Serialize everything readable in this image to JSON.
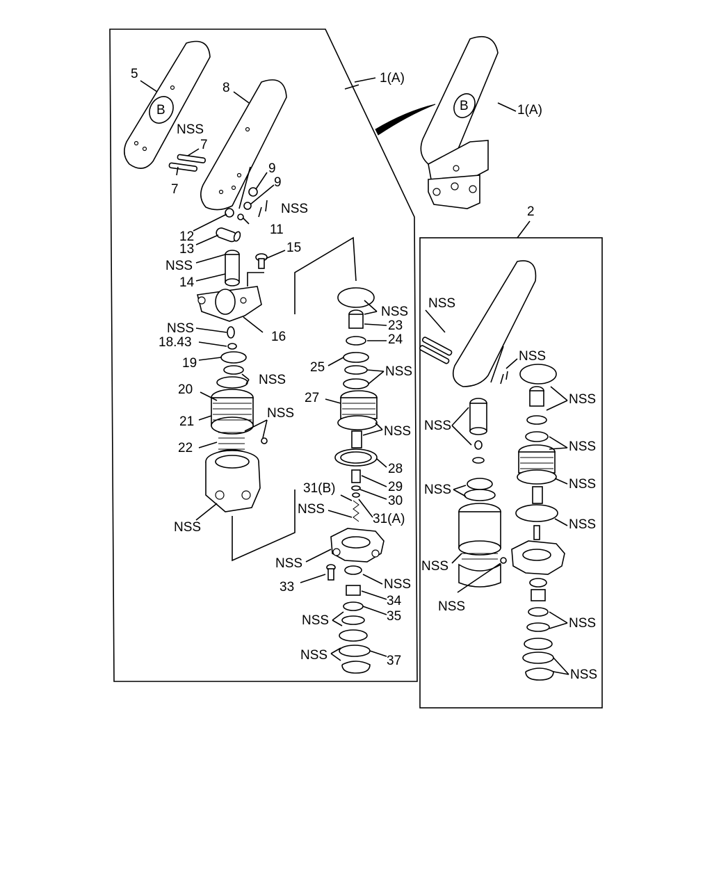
{
  "figure": {
    "pedal_badge": "B",
    "labels": {
      "assembly_main": "1(A)",
      "assembly_main_side": "1(A)",
      "assembly_2": "2",
      "p5": "5",
      "p8": "8",
      "p7a": "7",
      "p7b": "7",
      "p9a": "9",
      "p9b": "9",
      "p11": "11",
      "p12": "12",
      "p13": "13",
      "p14": "14",
      "p15": "15",
      "p16": "16",
      "p18": "18.43",
      "p19": "19",
      "p20": "20",
      "p21": "21",
      "p22": "22",
      "p23": "23",
      "p24": "24",
      "p25": "25",
      "p27": "27",
      "p28": "28",
      "p29": "29",
      "p30": "30",
      "p31a": "31(A)",
      "p31b": "31(B)",
      "p33": "33",
      "p34": "34",
      "p35": "35",
      "p37": "37",
      "nss": "NSS"
    }
  }
}
